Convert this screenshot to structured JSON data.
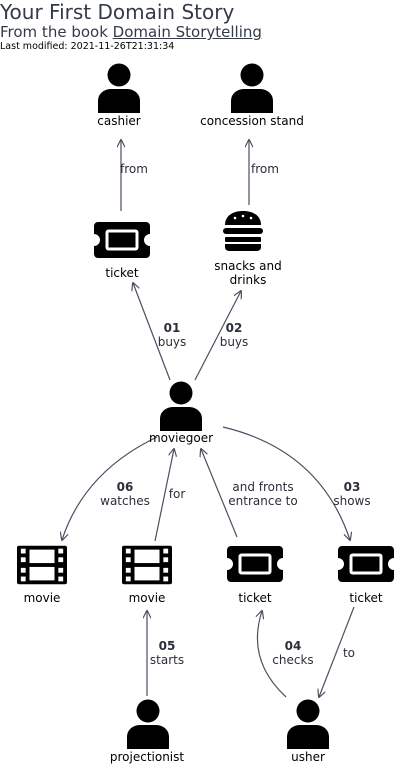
{
  "header": {
    "title": "Your First Domain Story",
    "subtitle_prefix": "From the book ",
    "subtitle_link": "Domain Storytelling",
    "last_modified": "Last modified: 2021-11-26T21:31:34"
  },
  "nodes": {
    "cashier": "cashier",
    "concession_stand": "concession stand",
    "ticket_top": "ticket",
    "snacks_line1": "snacks and",
    "snacks_line2": "drinks",
    "moviegoer": "moviegoer",
    "movie_left": "movie",
    "movie_mid": "movie",
    "ticket_mid": "ticket",
    "ticket_right": "ticket",
    "projectionist": "projectionist",
    "usher": "usher"
  },
  "edges": {
    "from_cashier": "from",
    "from_concession": "from",
    "e01_num": "01",
    "e01_text": "buys",
    "e02_num": "02",
    "e02_text": "buys",
    "e06_num": "06",
    "e06_text": "watches",
    "for_text": "for",
    "fronts_line1": "and fronts",
    "fronts_line2": "entrance to",
    "e03_num": "03",
    "e03_text": "shows",
    "e05_num": "05",
    "e05_text": "starts",
    "e04_num": "04",
    "e04_text": "checks",
    "to_text": "to"
  },
  "colors": {
    "icon": "#000000",
    "edge": "#4a5060",
    "text": "#343a4a"
  }
}
